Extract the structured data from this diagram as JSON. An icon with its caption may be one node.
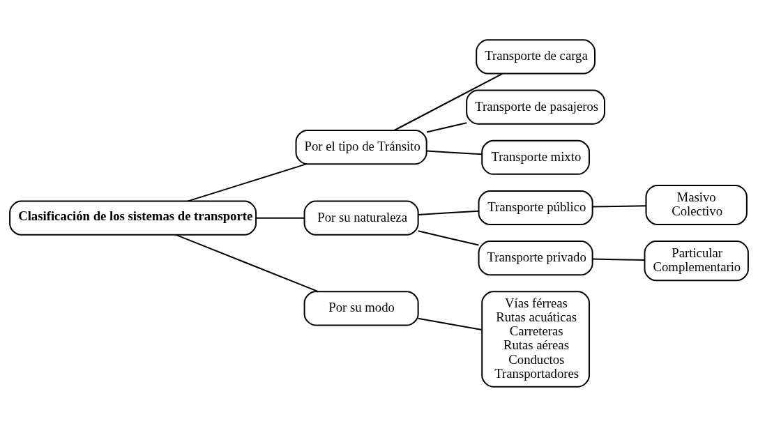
{
  "diagram": {
    "nodes": [
      {
        "text": [
          "Clasificación de los sistemas de transporte"
        ]
      },
      {
        "text": [
          "Por el tipo de Tránsito"
        ]
      },
      {
        "text": [
          "Transporte de carga"
        ]
      },
      {
        "text": [
          "Transporte de pasajeros"
        ]
      },
      {
        "text": [
          "Transporte mixto"
        ]
      },
      {
        "text": [
          "Por su naturaleza"
        ]
      },
      {
        "text": [
          "Transporte público"
        ]
      },
      {
        "text": [
          "Masivo",
          "Colectivo"
        ]
      },
      {
        "text": [
          "Transporte privado"
        ]
      },
      {
        "text": [
          "Particular",
          "Complementario"
        ]
      },
      {
        "text": [
          "Por su modo"
        ]
      },
      {
        "text": [
          "Vías férreas",
          "Rutas acuáticas",
          "Carreteras",
          "Rutas aéreas",
          "Conductos",
          "Transportadores"
        ]
      }
    ],
    "edges": [
      {
        "from": 0,
        "to": 1,
        "arrow": "none"
      },
      {
        "from": 1,
        "to": 2,
        "arrow": "none"
      },
      {
        "from": 1,
        "to": 3,
        "arrow": "none"
      },
      {
        "from": 1,
        "to": 4,
        "arrow": "none"
      },
      {
        "from": 0,
        "to": 5,
        "arrow": "none"
      },
      {
        "from": 5,
        "to": 6,
        "arrow": "none"
      },
      {
        "from": 6,
        "to": 7,
        "arrow": "none"
      },
      {
        "from": 5,
        "to": 8,
        "arrow": "none"
      },
      {
        "from": 8,
        "to": 9,
        "arrow": "none"
      },
      {
        "from": 0,
        "to": 10,
        "arrow": "none"
      },
      {
        "from": 10,
        "to": 11,
        "arrow": "none"
      }
    ]
  }
}
